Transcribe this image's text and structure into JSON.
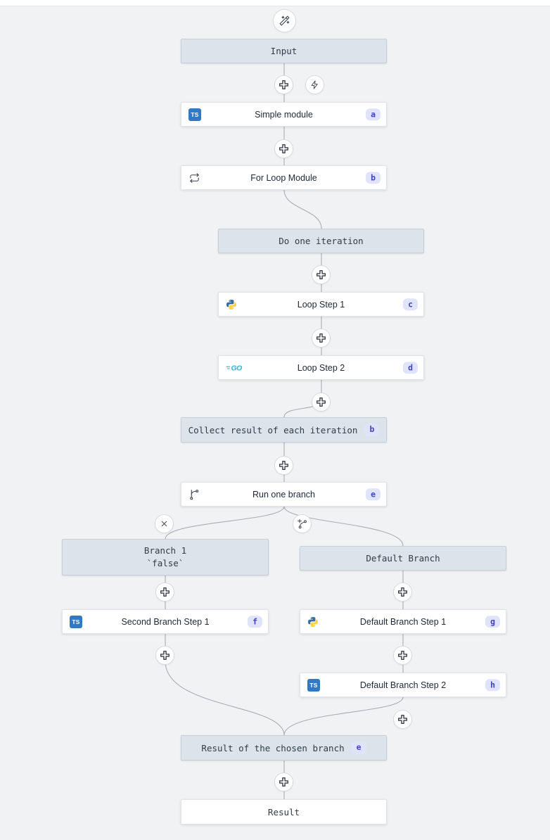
{
  "colors": {
    "canvas_bg": "#f1f2f4",
    "edge": "#a9adb3",
    "virtual_node_bg": "#dce3eb",
    "virtual_node_border": "#c7cfd9",
    "module_node_bg": "#ffffff",
    "badge_bg": "#e0e4fb",
    "badge_text": "#4343c0",
    "typescript_blue": "#3178c6",
    "python_blue": "#366f9f",
    "python_yellow": "#ffd343",
    "go_blue": "#29b6d8",
    "icon_stroke": "#39414f"
  },
  "icons": {
    "typescript_label": "TS",
    "go_label": "GO"
  },
  "nodes": {
    "input": {
      "label": "Input"
    },
    "simple_module": {
      "label": "Simple module",
      "badge": "a",
      "language": "typescript"
    },
    "for_loop_module": {
      "label": "For Loop Module",
      "badge": "b"
    },
    "do_one_iteration": {
      "label": "Do one iteration"
    },
    "loop_step_1": {
      "label": "Loop Step 1",
      "badge": "c",
      "language": "python"
    },
    "loop_step_2": {
      "label": "Loop Step 2",
      "badge": "d",
      "language": "go"
    },
    "collect_result": {
      "label": "Collect result of each iteration",
      "badge": "b"
    },
    "run_one_branch": {
      "label": "Run one branch",
      "badge": "e"
    },
    "branch_1": {
      "label": "Branch 1",
      "condition": "`false`"
    },
    "default_branch": {
      "label": "Default Branch"
    },
    "second_branch_step_1": {
      "label": "Second Branch Step 1",
      "badge": "f",
      "language": "typescript"
    },
    "default_branch_step_1": {
      "label": "Default Branch Step 1",
      "badge": "g",
      "language": "python"
    },
    "default_branch_step_2": {
      "label": "Default Branch Step 2",
      "badge": "h",
      "language": "typescript"
    },
    "result_of_chosen_branch": {
      "label": "Result of the chosen branch",
      "badge": "e"
    },
    "result": {
      "label": "Result"
    }
  }
}
